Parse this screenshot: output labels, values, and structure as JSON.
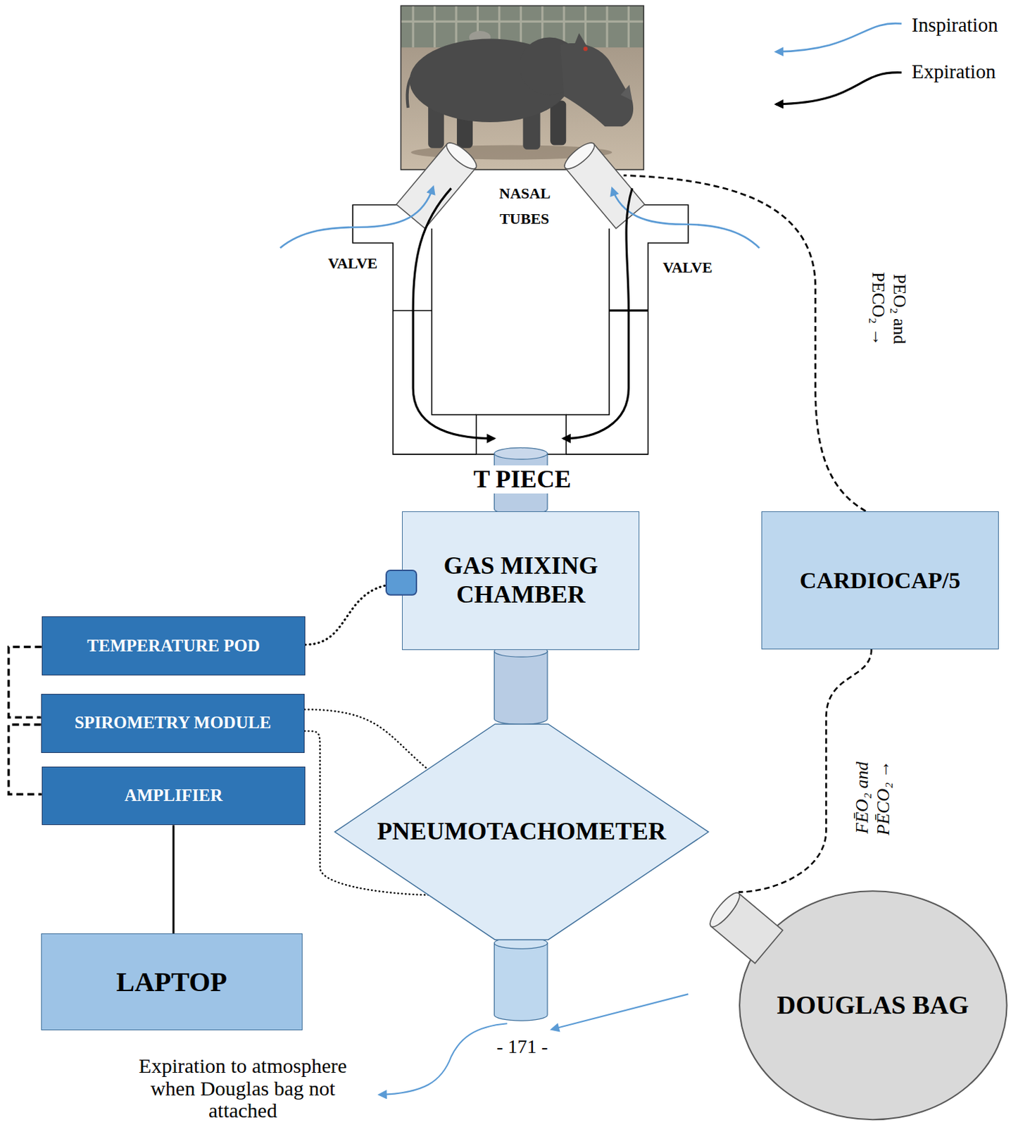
{
  "diagram": {
    "nodes": [
      {
        "text": [
          "GAS MIXING CHAMBER"
        ]
      },
      {
        "text": [
          "CARDIOCAP/5"
        ]
      },
      {
        "text": [
          "TEMPERATURE POD"
        ]
      },
      {
        "text": [
          "SPIROMETRY MODULE"
        ]
      },
      {
        "text": [
          "PNEUMOTACHOMETER"
        ]
      },
      {
        "text": [
          "AMPLIFIER"
        ]
      },
      {
        "text": [
          "DOUGLAS BAG"
        ]
      },
      {
        "text": [
          "LAPTOP"
        ]
      }
    ],
    "edges": [
      {
        "from": 2,
        "to": 0,
        "arrow": "none"
      },
      {
        "from": 3,
        "to": 4,
        "arrow": "none"
      },
      {
        "from": 3,
        "to": 4,
        "arrow": "none"
      },
      {
        "from": 2,
        "to": 3,
        "arrow": "none"
      },
      {
        "from": 3,
        "to": 5,
        "arrow": "none"
      },
      {
        "from": 5,
        "to": 7,
        "arrow": "none"
      },
      {
        "from": 1,
        "to": 6,
        "arrow": "none",
        "label": "FĒO₂ and PĒCO₂ →"
      }
    ],
    "labels": [
      "NASAL TUBES",
      "VALVE",
      "VALVE",
      "PEO₂ and PECO₂ →",
      "T PIECE",
      "- 171 -",
      "Expiration to atmosphere when Douglas bag not attached"
    ],
    "legend": [
      {
        "text": "Inspiration"
      },
      {
        "text": "Expiration"
      }
    ]
  }
}
